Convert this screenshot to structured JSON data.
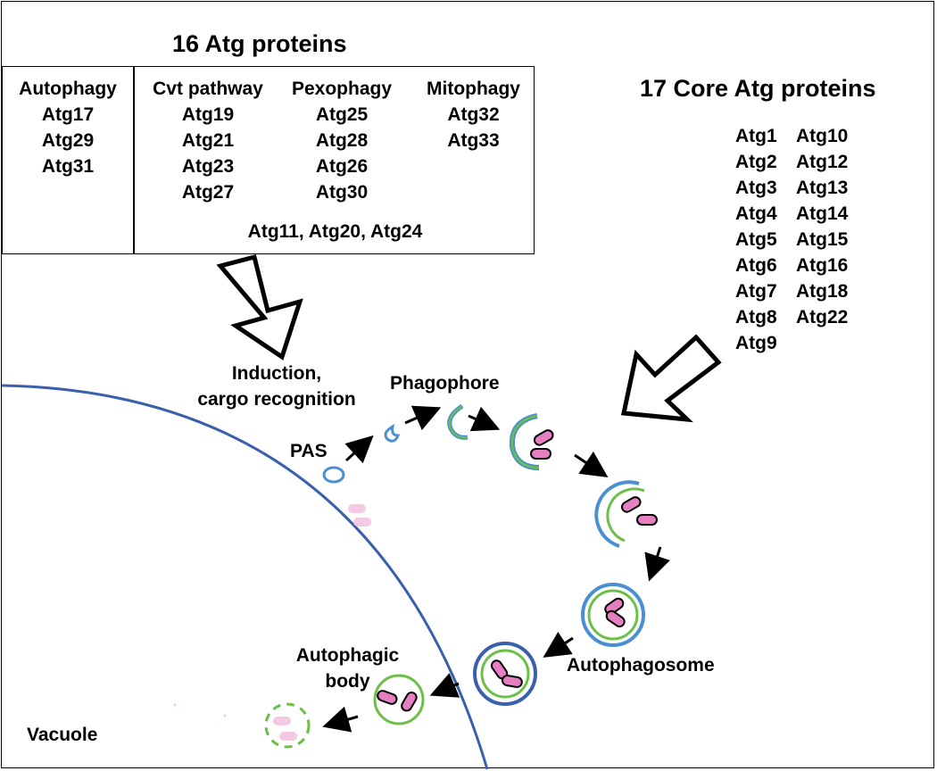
{
  "left_box": {
    "title": "16 Atg proteins",
    "columns": [
      {
        "header": "Autophagy",
        "items": [
          "Atg17",
          "Atg29",
          "Atg31"
        ]
      },
      {
        "header": "Cvt pathway",
        "items": [
          "Atg19",
          "Atg21",
          "Atg23",
          "Atg27"
        ]
      },
      {
        "header": "Pexophagy",
        "items": [
          "Atg25",
          "Atg28",
          "Atg26",
          "Atg30"
        ]
      },
      {
        "header": "Mitophagy",
        "items": [
          "Atg32",
          "Atg33"
        ]
      }
    ],
    "shared": "Atg11, Atg20, Atg24"
  },
  "core": {
    "title": "17 Core Atg proteins",
    "left_items": [
      "Atg1",
      "Atg2",
      "Atg3",
      "Atg4",
      "Atg5",
      "Atg6",
      "Atg7",
      "Atg8",
      "Atg9"
    ],
    "right_items": [
      "Atg10",
      "Atg12",
      "Atg13",
      "Atg14",
      "Atg15",
      "Atg16",
      "Atg18",
      "Atg22"
    ]
  },
  "labels": {
    "induction_line1": "Induction,",
    "induction_line2": "cargo recognition",
    "phagophore": "Phagophore",
    "pas": "PAS",
    "autophagosome": "Autophagosome",
    "autophagic_body_line1": "Autophagic",
    "autophagic_body_line2": "body",
    "vacuole": "Vacuole"
  },
  "colors": {
    "membrane_blue": "#4a8fd1",
    "membrane_green": "#6cc04a",
    "vacuole_blue": "#3a5fad",
    "cargo_pink": "#e57fc1",
    "faded_pink": "#f3c9e3"
  }
}
